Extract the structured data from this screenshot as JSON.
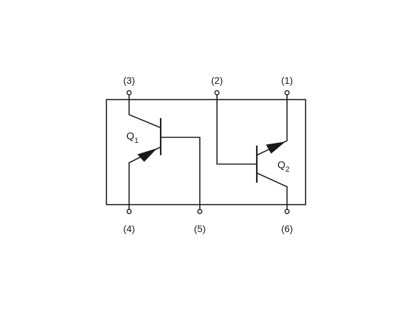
{
  "pins": {
    "p1": "(1)",
    "p2": "(2)",
    "p3": "(3)",
    "p4": "(4)",
    "p5": "(5)",
    "p6": "(6)"
  },
  "transistors": {
    "q1": {
      "letter": "Q",
      "subscript": "1"
    },
    "q2": {
      "letter": "Q",
      "subscript": "2"
    }
  }
}
